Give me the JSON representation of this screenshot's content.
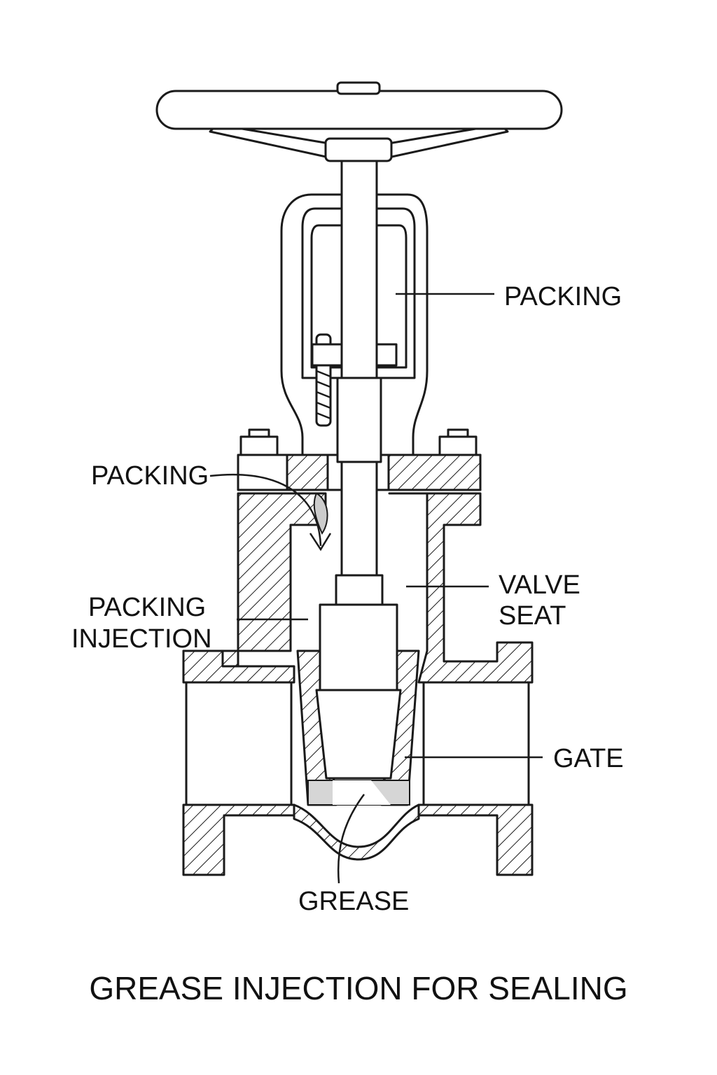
{
  "labels": {
    "packing_top": "PACKING",
    "packing_left": "PACKING",
    "packing_injection_line1": "PACKING",
    "packing_injection_line2": "INJECTION",
    "valve_seat_line1": "VALVE",
    "valve_seat_line2": "SEAT",
    "gate": "GATE",
    "grease": "GREASE"
  },
  "title": "GREASE INJECTION FOR SEALING",
  "colors": {
    "line": "#1a1a1a",
    "background": "#ffffff",
    "grease_fill": "#d6d6d6"
  }
}
